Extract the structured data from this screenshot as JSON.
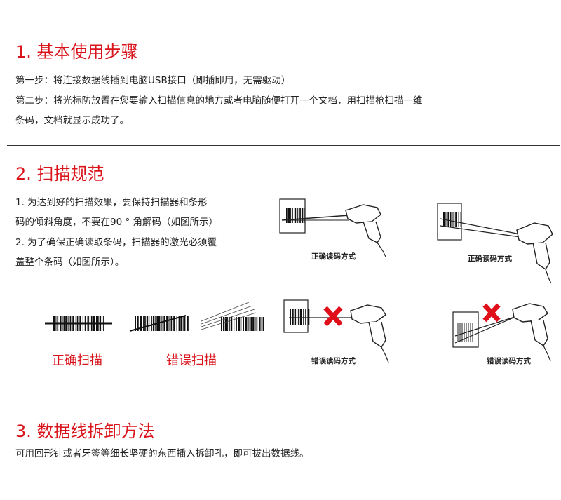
{
  "section1": {
    "title": "1. 基本使用步骤",
    "line1": "第一步：将连接数据线插到电脑USB接口（即插即用，无需驱动）",
    "line2": "第二步：将光标防放置在您要输入扫描信息的地方或者电脑随便打开一个文档，用扫描枪扫描一维",
    "line3": "条码，文档就显示成功了。"
  },
  "section2": {
    "title": "2. 扫描规范",
    "line1": "1. 为达到好的扫描效果，要保持扫描器和条形",
    "line2": "码的倾斜角度，不要在90 ° 角解码（如图所示）",
    "line3": "2. 为了确保正确读取条码，扫描器的激光必须覆",
    "line4": "盖整个条码（如图所示）。",
    "correct_scan_label": "正确扫描",
    "wrong_scan_label": "错误扫描",
    "fig_correct_1": "正确读码方式",
    "fig_correct_2": "正确读码方式",
    "fig_wrong_1": "错误读码方式",
    "fig_wrong_2": "错误读码方式"
  },
  "section3": {
    "title": "3. 数据线拆卸方法",
    "line1": "可用回形针或者牙签等细长坚硬的东西插入拆卸孔，即可拔出数据线。"
  },
  "colors": {
    "accent": "#d9141b",
    "text": "#222222",
    "rule": "#333333"
  }
}
